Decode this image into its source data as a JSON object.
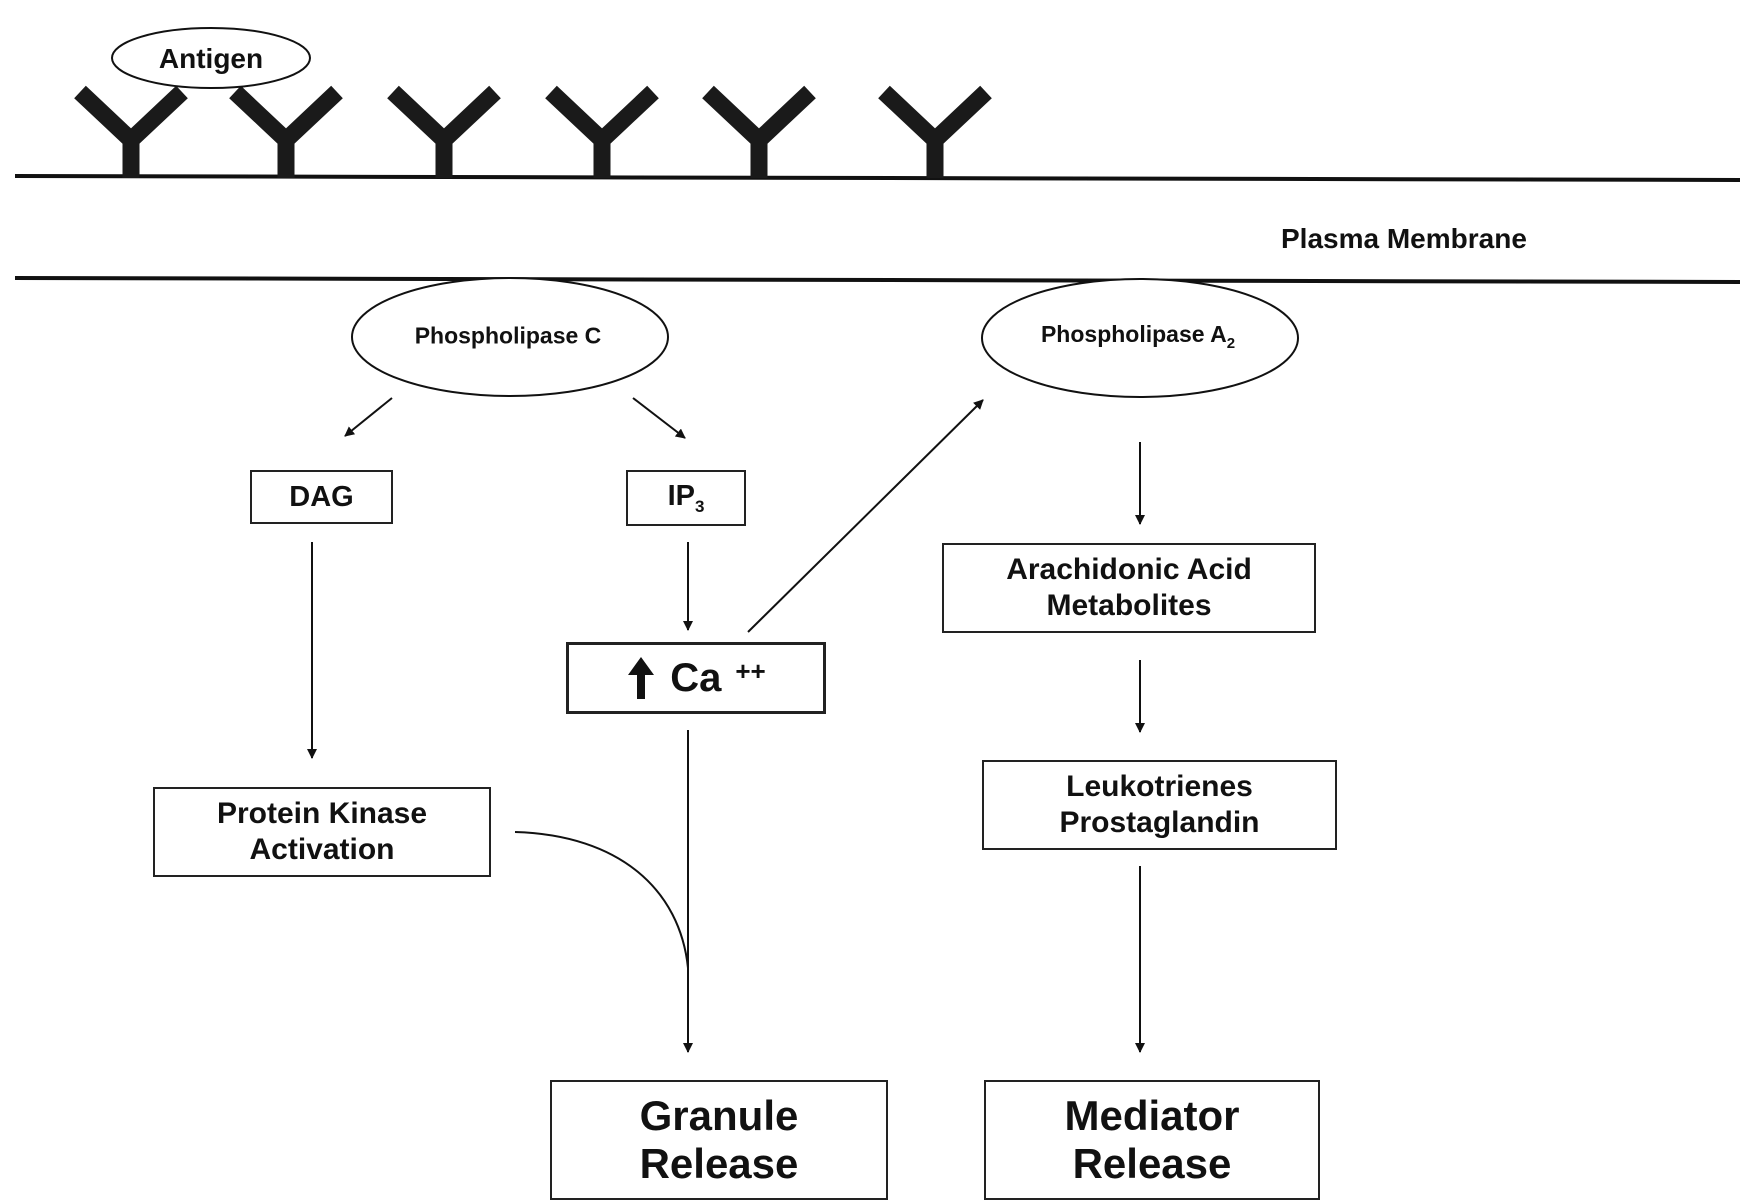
{
  "antigen": "Antigen",
  "membrane_label": "Plasma Membrane",
  "enzymes": {
    "plc": "Phospholipase C",
    "pla2_base": "Phospholipase A",
    "pla2_sub": "2"
  },
  "nodes": {
    "dag": "DAG",
    "ip3_base": "IP",
    "ip3_sub": "3",
    "ca_label": "Ca",
    "ca_sup": "++",
    "pka_line1": "Protein Kinase",
    "pka_line2": "Activation",
    "aam_line1": "Arachidonic Acid",
    "aam_line2": "Metabolites",
    "lt_line1": "Leukotrienes",
    "lt_line2": "Prostaglandin",
    "granule_line1": "Granule",
    "granule_line2": "Release",
    "mediator_line1": "Mediator",
    "mediator_line2": "Release"
  },
  "icons": {
    "receptor": "antibody-y-icon",
    "ca_arrow": "up-arrow-icon"
  }
}
